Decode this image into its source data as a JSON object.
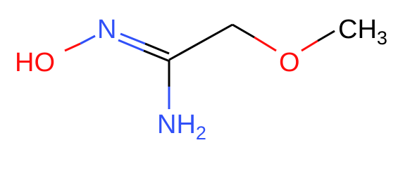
{
  "atoms": {
    "n_imine": {
      "label": "N",
      "color": "#3050f8"
    },
    "o_hydroxyl": {
      "label": "HO",
      "color": "#ff0d0d"
    },
    "n_amine": {
      "label": "NH",
      "subscript": "2",
      "color": "#3050f8"
    },
    "o_ether": {
      "label": "O",
      "color": "#ff0d0d"
    },
    "c_methyl": {
      "label": "CH",
      "subscript": "3",
      "color": "#000000"
    }
  },
  "bond_color": "#000000"
}
